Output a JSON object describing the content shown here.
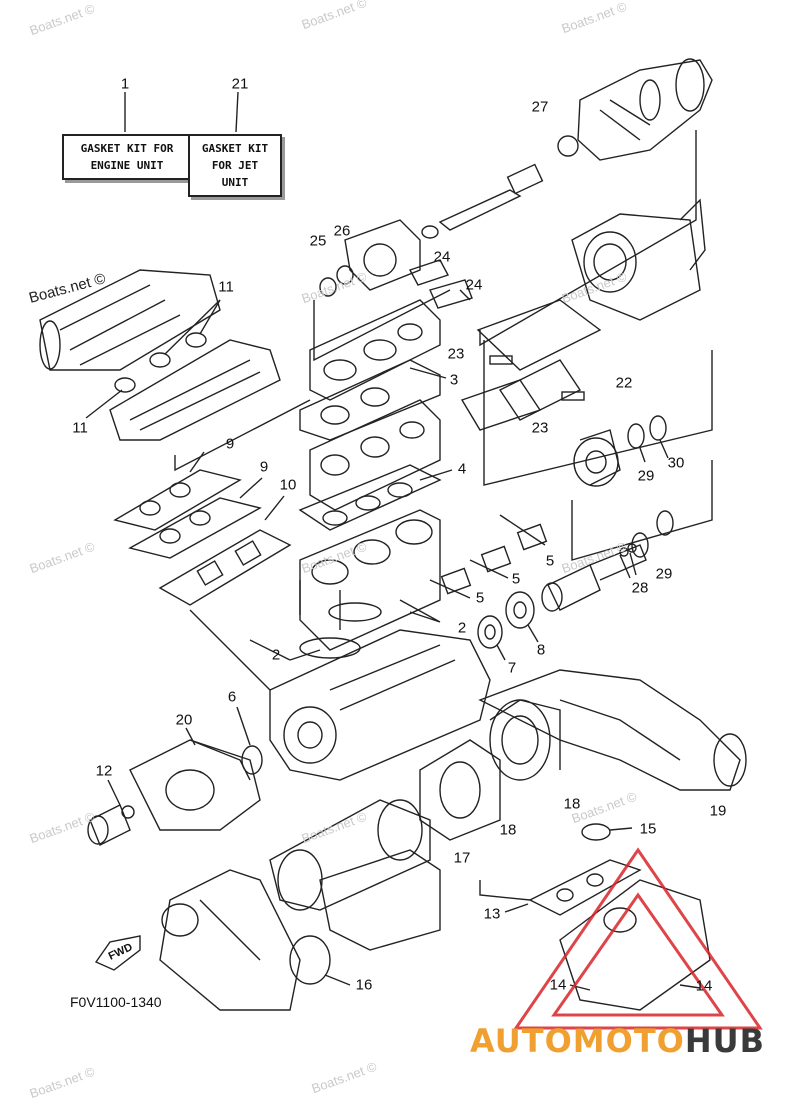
{
  "kits": [
    {
      "number": "1",
      "line1": "GASKET KIT FOR",
      "line2": "ENGINE UNIT"
    },
    {
      "number": "21",
      "line1": "GASKET KIT",
      "line2": "FOR JET UNIT"
    }
  ],
  "callouts": {
    "c2a": "2",
    "c2b": "2",
    "c3": "3",
    "c4": "4",
    "c5a": "5",
    "c5b": "5",
    "c5c": "5",
    "c6": "6",
    "c7": "7",
    "c8": "8",
    "c9a": "9",
    "c9b": "9",
    "c10": "10",
    "c11a": "11",
    "c11b": "11",
    "c12": "12",
    "c13": "13",
    "c14a": "14",
    "c14b": "14",
    "c15": "15",
    "c16": "16",
    "c17": "17",
    "c18a": "18",
    "c18b": "18",
    "c19": "19",
    "c20": "20",
    "c22": "22",
    "c23a": "23",
    "c23b": "23",
    "c24a": "24",
    "c24b": "24",
    "c25": "25",
    "c26": "26",
    "c27": "27",
    "c28": "28",
    "c29a": "29",
    "c29b": "29",
    "c30": "30"
  },
  "watermarks": {
    "w1": "Boats.net ©",
    "w2": "Boats.net ©",
    "w3": "Boats.net ©",
    "w4": "Boats.net ©",
    "w5": "Boats.net ©",
    "w6": "Boats.net ©",
    "w7": "Boats.net ©",
    "w8": "Boats.net ©",
    "w9": "Boats.net ©",
    "w10": "Boats.net ©",
    "w11": "Boats.net ©",
    "w12": "Boats.net ©",
    "w13": "Boats.net ©",
    "dark": "Boats.net ©"
  },
  "diagram_code": "F0V1100-1340",
  "fwd_label": "FWD",
  "logo": {
    "part1": "AUTOMOTO",
    "part2": "HUB",
    "color1": "#f0a030",
    "color2": "#3a3a3a",
    "triangle_color": "#d9252a"
  }
}
